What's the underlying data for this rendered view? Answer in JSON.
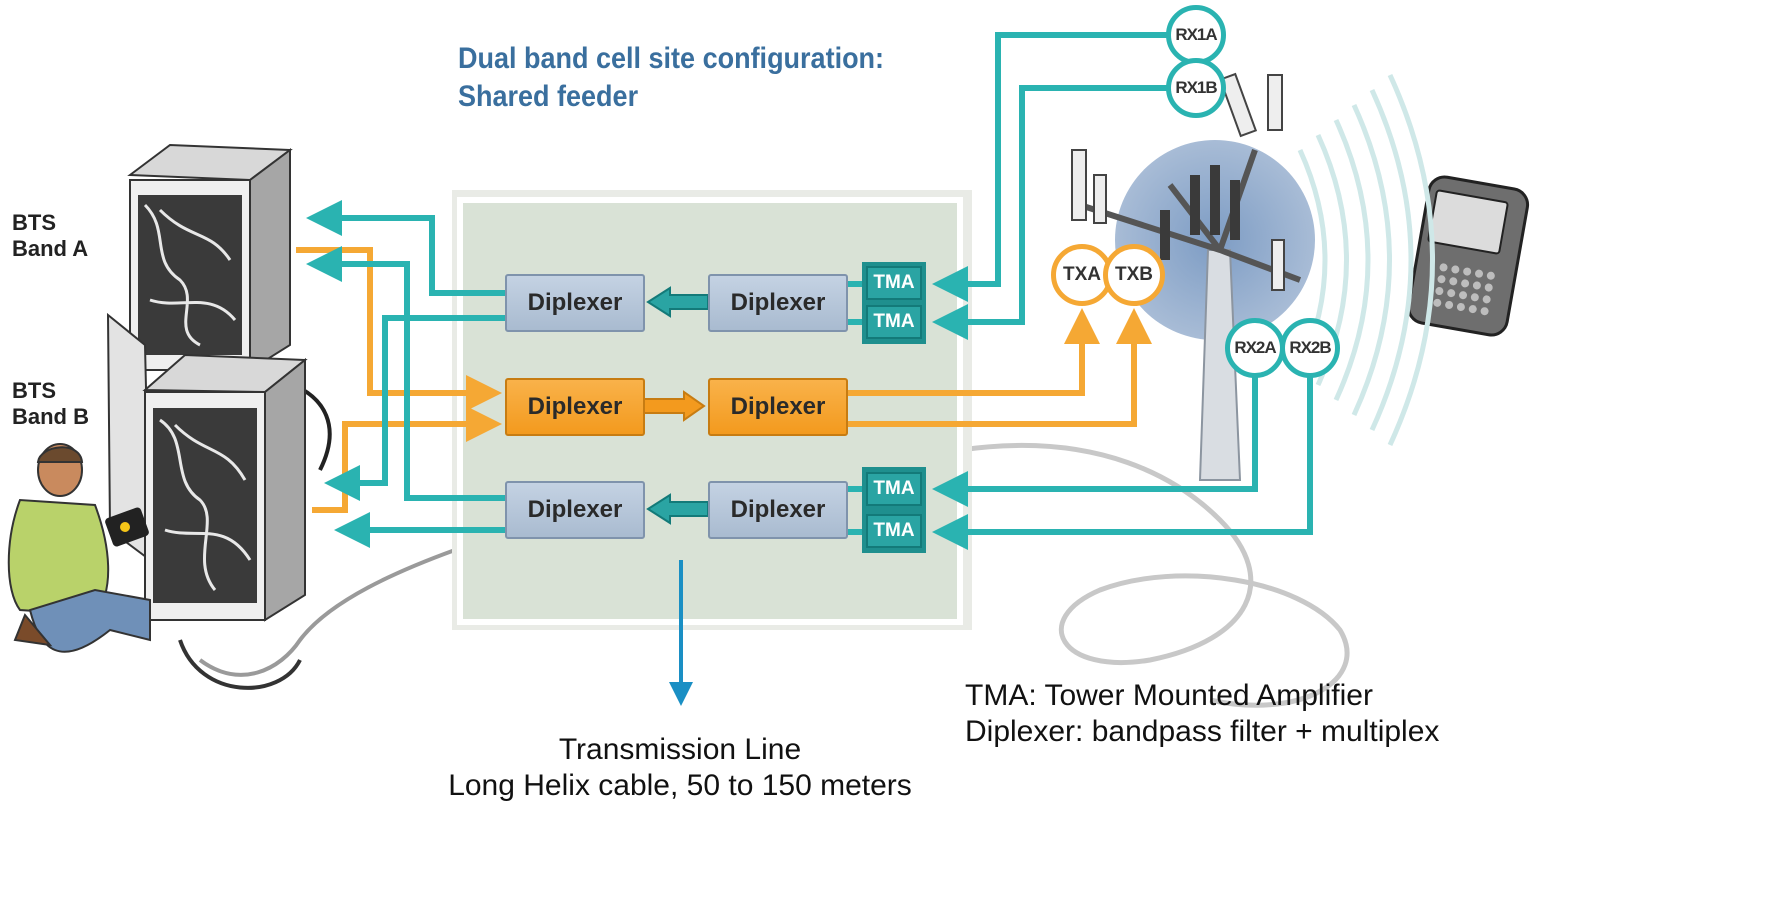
{
  "title": {
    "line1": "Dual band cell site configuration:",
    "line2": "Shared feeder"
  },
  "bts": {
    "a_line1": "BTS",
    "a_line2": "Band A",
    "b_line1": "BTS",
    "b_line2": "Band B"
  },
  "diplexers": {
    "row1_left": "Diplexer",
    "row1_right": "Diplexer",
    "row2_left": "Diplexer",
    "row2_right": "Diplexer",
    "row3_left": "Diplexer",
    "row3_right": "Diplexer"
  },
  "tma": {
    "t1": "TMA",
    "t2": "TMA",
    "t3": "TMA",
    "t4": "TMA"
  },
  "antennas": {
    "rx1a": "RX1A",
    "rx1b": "RX1B",
    "rx2a": "RX2A",
    "rx2b": "RX2B",
    "txa": "TXA",
    "txb": "TXB"
  },
  "transmission": {
    "line1": "Transmission Line",
    "line2": "Long Helix cable, 50 to 150 meters"
  },
  "legend": {
    "line1": "TMA: Tower Mounted Amplifier",
    "line2": "Diplexer: bandpass filter + multiplex"
  },
  "colors": {
    "receive_path": "#2ab3b1",
    "transmit_path": "#f5a834",
    "title": "#3a6f9e",
    "transmission_arrow": "#1a8fc4"
  }
}
